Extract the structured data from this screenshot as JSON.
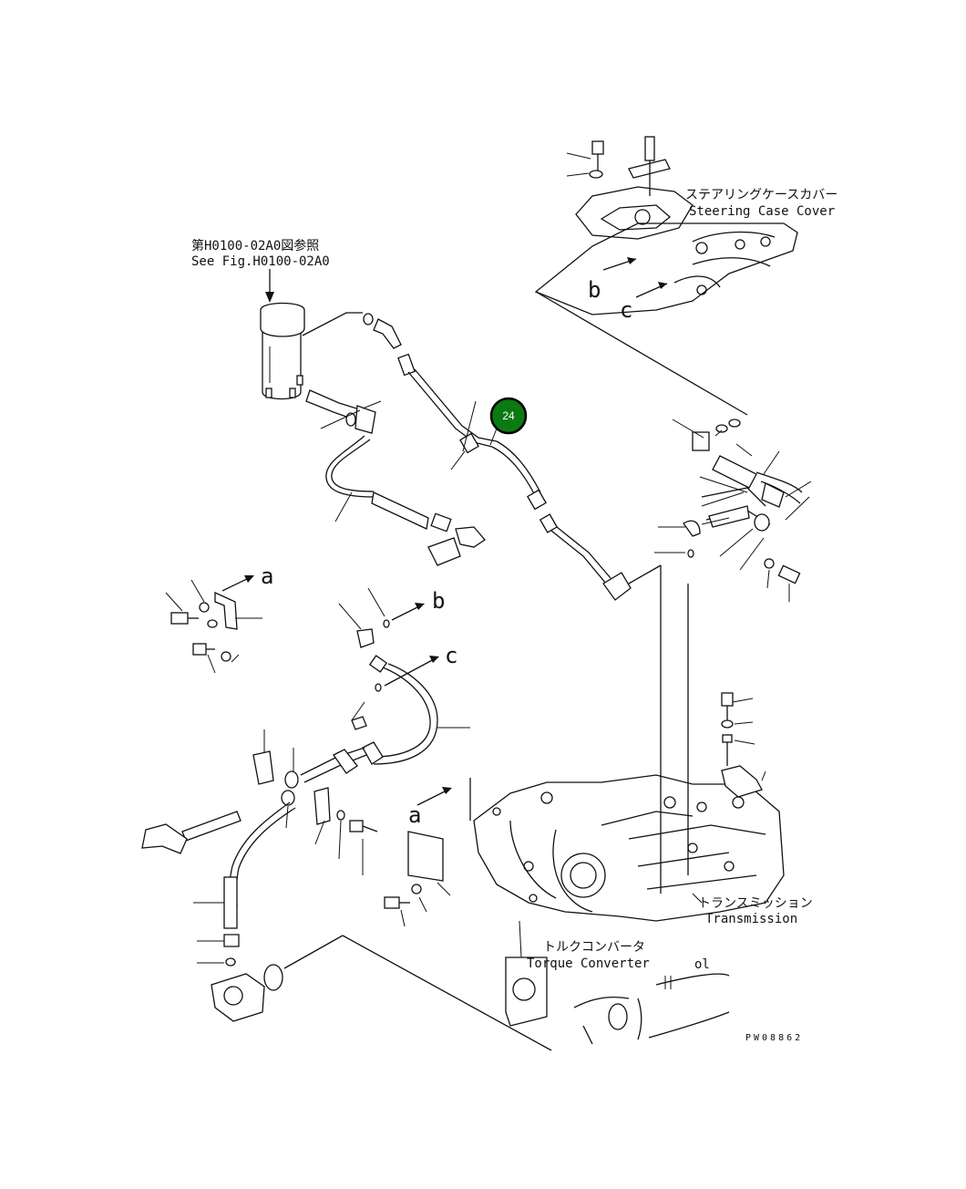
{
  "references": {
    "filter_ref_jp": "第H0100-02A0図参照",
    "filter_ref_en": "See Fig.H0100-02A0"
  },
  "components": {
    "steering_case_cover_jp": "ステアリングケースカバー",
    "steering_case_cover_en": "Steering Case Cover",
    "transmission_jp": "トランスミッション",
    "transmission_en": "Transmission",
    "torque_converter_jp": "トルクコンバータ",
    "torque_converter_en": "Torque Converter"
  },
  "callouts": {
    "a": "a",
    "b": "b",
    "c": "c"
  },
  "part_badge": {
    "number": "24",
    "color": "#0b7a12",
    "border_color": "#000000"
  },
  "drawing_code": "PW08862",
  "colors": {
    "line": "#111111",
    "background": "#ffffff"
  }
}
